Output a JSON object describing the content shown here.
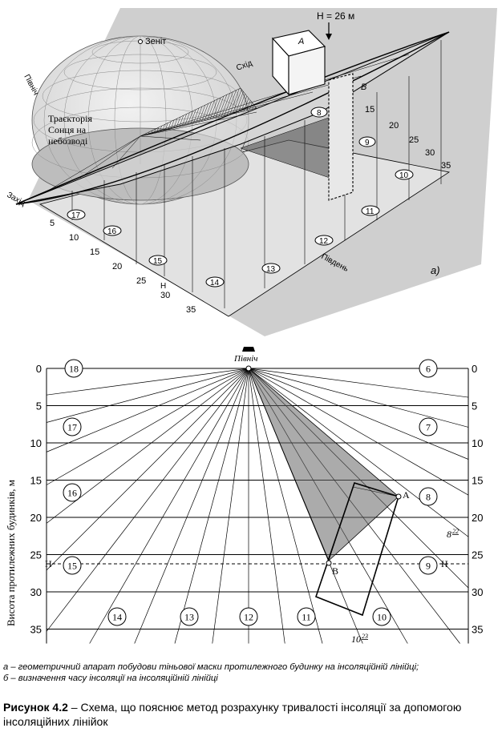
{
  "figure_a": {
    "label": "а)",
    "zenith": "Зеніт",
    "height_label": "H = 26 м",
    "point_a": "А",
    "point_b": "В",
    "trajectory": [
      "Траєкторія",
      "Сонця на",
      "небозводі"
    ],
    "north": "Північ",
    "east": "Схід",
    "west": "Захід",
    "south": "Південь",
    "h": "Н",
    "left_axis": [
      "5",
      "10",
      "15",
      "20",
      "25",
      "30",
      "35"
    ],
    "right_axis": [
      "15",
      "20",
      "25",
      "30",
      "35"
    ],
    "hours": [
      "17",
      "16",
      "15",
      "14",
      "13",
      "12",
      "11",
      "10",
      "9",
      "8"
    ]
  },
  "figure_b": {
    "north": "Північ",
    "ylabel": "Висота протилежних будинків, м",
    "levels": [
      "0",
      "5",
      "10",
      "15",
      "20",
      "25",
      "30",
      "35"
    ],
    "h_label": "Н",
    "point_a": "А",
    "point_b": "В",
    "hours_left": [
      "18",
      "17",
      "16",
      "15"
    ],
    "hours_right": [
      "6",
      "7",
      "8",
      "9"
    ],
    "hours_bottom": [
      "14",
      "13",
      "12",
      "11",
      "10"
    ],
    "time_a": {
      "hour": "8",
      "minute": "22"
    },
    "time_b": {
      "hour": "10",
      "minute": "23"
    }
  },
  "caption": {
    "a_prefix": "а",
    "a_text": " – геометричний апарат побудови тіньової маски протилежного будинку на інсоляційній лінійці;",
    "b_prefix": "б",
    "b_text": " – визначення часу інсоляції на інсоляційній лінійці",
    "figure_label": "Рисунок 4.2",
    "figure_text": " – Схема, що пояснює метод розрахунку тривалості інсоляції за допомогою інсоляційних лінійок"
  }
}
